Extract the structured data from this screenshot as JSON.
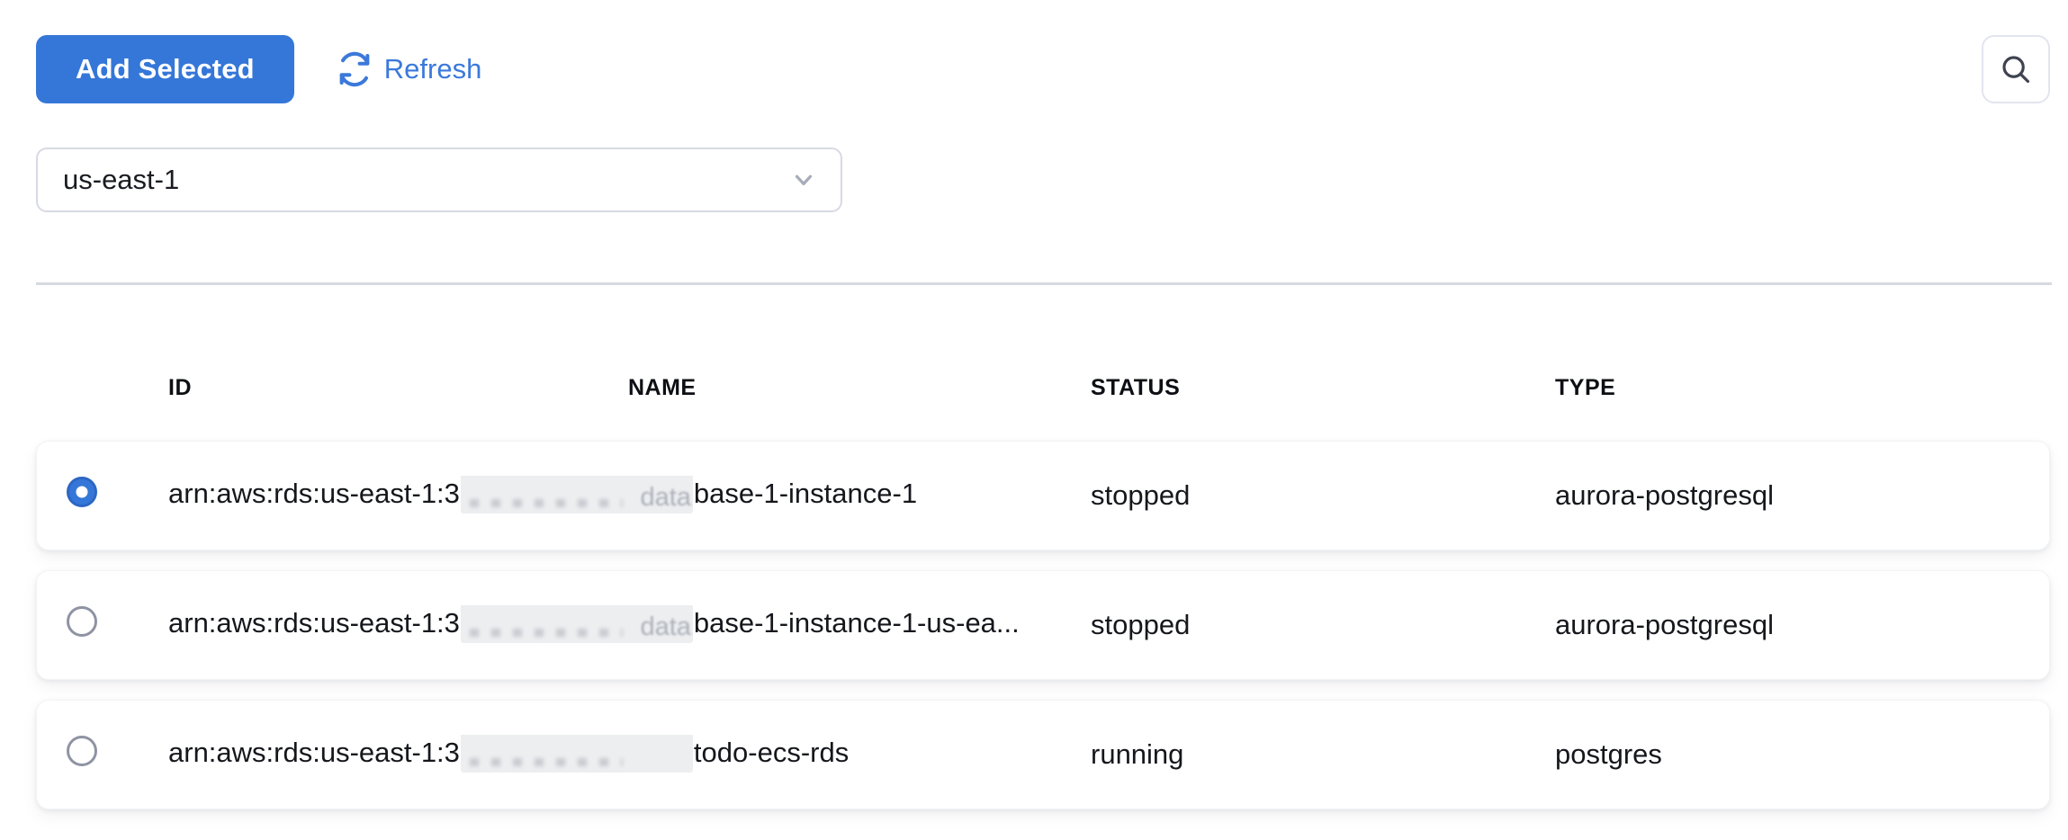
{
  "toolbar": {
    "add_selected": "Add Selected",
    "refresh": "Refresh"
  },
  "filters": {
    "region": "us-east-1"
  },
  "icons": [
    "refresh-icon",
    "search-icon",
    "chevron-down-icon"
  ],
  "colors": {
    "primary_blue": "#3577d8",
    "link_blue": "#3b79da",
    "divider": "#d6d9e0",
    "radio_selected": "#3577d8",
    "redaction_gray": "#eceef0"
  },
  "table": {
    "headers": {
      "id": "ID",
      "name": "NAME",
      "status": "STATUS",
      "type": "TYPE"
    },
    "rows": [
      {
        "selected": true,
        "id_visible_prefix": "arn:aws:rds:us-east-1:3",
        "redacted": true,
        "redaction_hint": "data",
        "id_visible_suffix": "base-1-instance-1",
        "status": "stopped",
        "type": "aurora-postgresql"
      },
      {
        "selected": false,
        "id_visible_prefix": "arn:aws:rds:us-east-1:3",
        "redacted": true,
        "redaction_hint": "data",
        "id_visible_suffix": "base-1-instance-1-us-ea...",
        "status": "stopped",
        "type": "aurora-postgresql"
      },
      {
        "selected": false,
        "id_visible_prefix": "arn:aws:rds:us-east-1:3",
        "redacted": true,
        "redaction_hint": "",
        "id_visible_suffix": "todo-ecs-rds",
        "status": "running",
        "type": "postgres"
      }
    ]
  }
}
